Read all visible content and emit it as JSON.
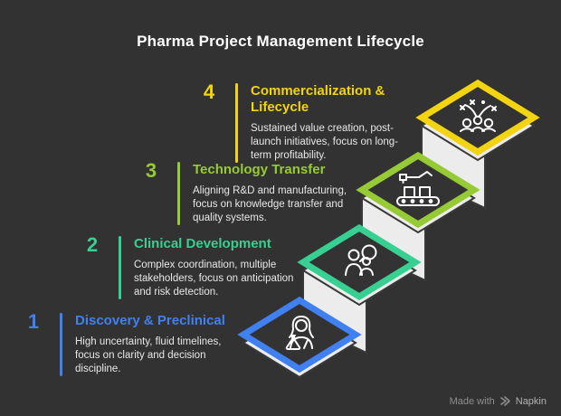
{
  "title": "Pharma Project Management Lifecycle",
  "colors": {
    "background": "#323232",
    "title_text": "#ffffff",
    "description_text": "#e8e8e8",
    "watermark_text": "#8f8f8f",
    "watermark_brand": "#b3b3b3"
  },
  "diagram": {
    "platform_color": "#ececec",
    "platform_outline": "#383838",
    "inner_color": "#333333",
    "icon_color": "#ffffff"
  },
  "steps": [
    {
      "number": "1",
      "color": "#4080f0",
      "title_lines": [
        "Discovery & Preclinical"
      ],
      "desc_lines": [
        "High uncertainty, fluid timelines,",
        "focus on clarity and decision",
        "discipline."
      ],
      "icon": "female-scientist-icon"
    },
    {
      "number": "2",
      "color": "#38cf92",
      "title_lines": [
        "Clinical Development"
      ],
      "desc_lines": [
        "Complex coordination, multiple",
        "stakeholders, focus on anticipation",
        "and risk detection."
      ],
      "icon": "person-magnifier-icon"
    },
    {
      "number": "3",
      "color": "#96cb35",
      "title_lines": [
        "Technology Transfer"
      ],
      "desc_lines": [
        "Aligning R&D and manufacturing,",
        "focus on knowledge transfer and",
        "quality systems."
      ],
      "icon": "robot-arm-conveyor-icon"
    },
    {
      "number": "4",
      "color": "#f2d411",
      "title_lines": [
        "Commercialization &",
        "Lifecycle"
      ],
      "desc_lines": [
        "Sustained value creation, post-",
        "launch initiatives, focus on long-",
        "term profitability."
      ],
      "icon": "celebrating-team-icon"
    }
  ],
  "watermark": {
    "prefix": "Made with",
    "brand": "Napkin"
  }
}
